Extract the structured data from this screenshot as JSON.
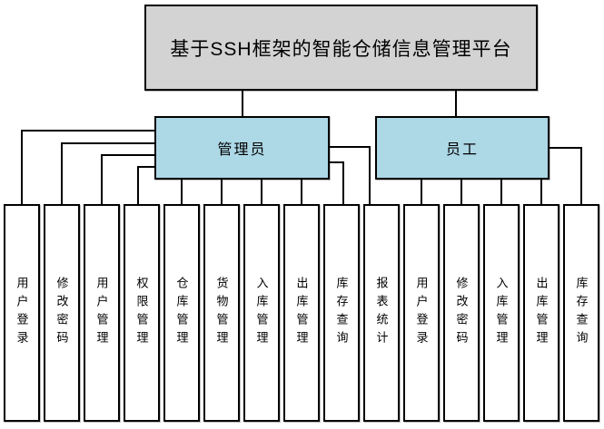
{
  "title": "基于SSH框架的智能仓储信息管理平台",
  "roles": [
    {
      "label": "管理员"
    },
    {
      "label": "员工"
    }
  ],
  "functions": [
    {
      "label": "用户登录",
      "parent": "管理员"
    },
    {
      "label": "修改密码",
      "parent": "管理员"
    },
    {
      "label": "用户管理",
      "parent": "管理员"
    },
    {
      "label": "权限管理",
      "parent": "管理员"
    },
    {
      "label": "仓库管理",
      "parent": "管理员"
    },
    {
      "label": "货物管理",
      "parent": "管理员"
    },
    {
      "label": "入库管理",
      "parent": "管理员"
    },
    {
      "label": "出库管理",
      "parent": "管理员"
    },
    {
      "label": "库存查询",
      "parent": "管理员"
    },
    {
      "label": "报表统计",
      "parent": "管理员"
    },
    {
      "label": "用户登录",
      "parent": "员工"
    },
    {
      "label": "修改密码",
      "parent": "员工"
    },
    {
      "label": "入库管理",
      "parent": "员工"
    },
    {
      "label": "出库管理",
      "parent": "员工"
    },
    {
      "label": "库存查询",
      "parent": "员工"
    }
  ],
  "colors": {
    "title_box_fill": "#d3d3d3",
    "role_box_fill": "#add8e6",
    "leaf_box_fill": "#ffffff",
    "line": "#000000"
  }
}
